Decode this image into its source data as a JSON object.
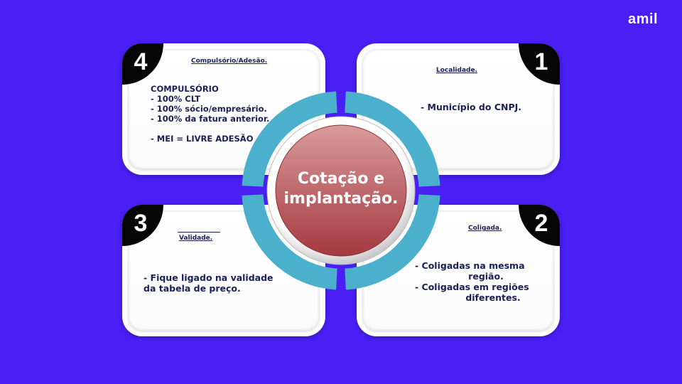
{
  "brand": "amil",
  "center": {
    "line1": "Cotação e",
    "line2": "implantação."
  },
  "cards": {
    "top_left": {
      "number": "4",
      "title": "Compulsório/Adesão.",
      "lines": [
        "COMPULSÓRIO",
        "- 100% CLT",
        "- 100% sócio/empresário.",
        "- 100% da fatura anterior.",
        "- MEI = LIVRE ADESÃO"
      ]
    },
    "top_right": {
      "number": "1",
      "title": "Localidade.",
      "lines": [
        "- Município do CNPJ."
      ]
    },
    "bottom_left": {
      "number": "3",
      "title": "Validade.",
      "lines": [
        "- Fique ligado na validade",
        "da tabela de preço."
      ]
    },
    "bottom_right": {
      "number": "2",
      "title": "Coligada.",
      "lines": [
        "-       Coligadas na mesma",
        "região.",
        "-     Coligadas em regiões",
        "diferentes."
      ]
    }
  },
  "colors": {
    "background": "#4a1ff5",
    "ring": "#4ab0cc",
    "circle_top": "#d99a9a",
    "circle_bottom": "#a43a40",
    "text_dark": "#1b1f55",
    "badge": "#050505"
  }
}
